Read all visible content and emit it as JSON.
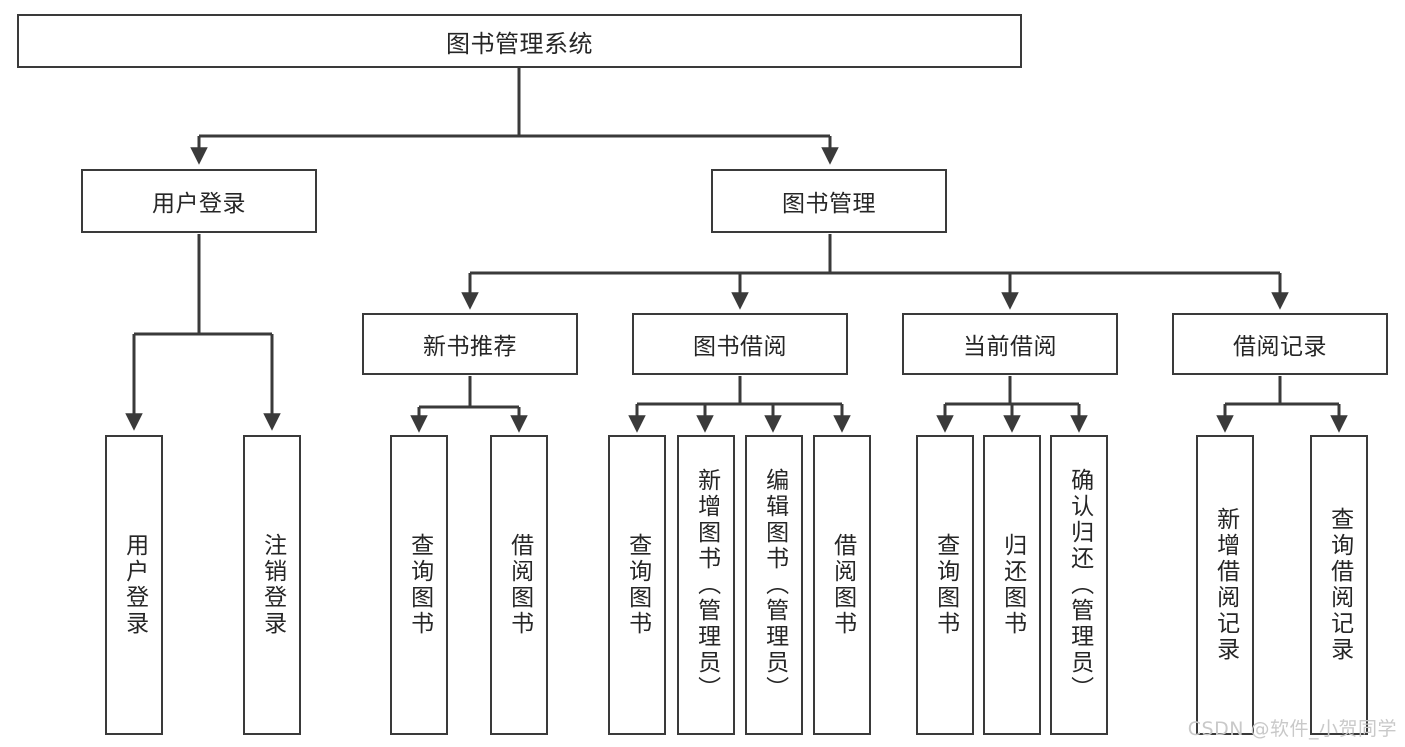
{
  "diagram": {
    "title": "图书管理系统",
    "root": {
      "label": "图书管理系统"
    },
    "level2": [
      {
        "label": "用户登录"
      },
      {
        "label": "图书管理"
      }
    ],
    "level3": [
      {
        "label": "新书推荐"
      },
      {
        "label": "图书借阅"
      },
      {
        "label": "当前借阅"
      },
      {
        "label": "借阅记录"
      }
    ],
    "leaves": {
      "user_login": [
        {
          "label": "用户登录"
        },
        {
          "label": "注销登录"
        }
      ],
      "new_book_recommend": [
        {
          "label": "查询图书"
        },
        {
          "label": "借阅图书"
        }
      ],
      "book_borrow": [
        {
          "label": "查询图书"
        },
        {
          "label": "新增图书（管理员）"
        },
        {
          "label": "编辑图书（管理员）"
        },
        {
          "label": "借阅图书"
        }
      ],
      "current_borrow": [
        {
          "label": "查询图书"
        },
        {
          "label": "归还图书"
        },
        {
          "label": "确认归还（管理员）"
        }
      ],
      "borrow_record": [
        {
          "label": "新增借阅记录"
        },
        {
          "label": "查询借阅记录"
        }
      ]
    },
    "watermark": "CSDN @软件_小贺同学",
    "colors": {
      "stroke": "#3a3a3a",
      "text": "#262626",
      "background": "#ffffff",
      "watermark": "#c9c9c9"
    }
  }
}
